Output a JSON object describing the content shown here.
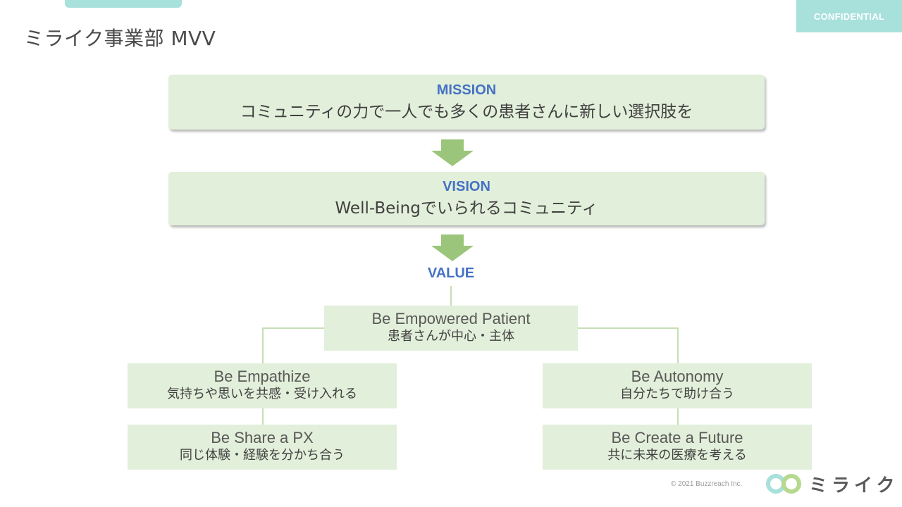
{
  "header": {
    "confidential_label": "CONFIDENTIAL",
    "title": "ミライク事業部 MVV"
  },
  "mission": {
    "heading": "MISSION",
    "text": "コミュニティの力で一人でも多くの患者さんに新しい選択肢を"
  },
  "vision": {
    "heading": "VISION",
    "text": "Well-Beingでいられるコミュニティ"
  },
  "value": {
    "heading": "VALUE",
    "items": [
      {
        "en": "Be Empowered Patient",
        "ja": "患者さんが中心・主体"
      },
      {
        "en": "Be Empathize",
        "ja": "気持ちや思いを共感・受け入れる"
      },
      {
        "en": "Be Autonomy",
        "ja": "自分たちで助け合う"
      },
      {
        "en": "Be Share a PX",
        "ja": "同じ体験・経験を分かち合う"
      },
      {
        "en": "Be Create a Future",
        "ja": "共に未来の医療を考える"
      }
    ]
  },
  "footer": {
    "copyright": "© 2021 Buzzreach Inc.",
    "logo_text": "ミライク"
  },
  "colors": {
    "accent_teal": "#a8e0dc",
    "box_green": "#e2efda",
    "arrow_green": "#9bc57a",
    "heading_blue": "#4472c4",
    "line_green": "#c5deb5"
  }
}
